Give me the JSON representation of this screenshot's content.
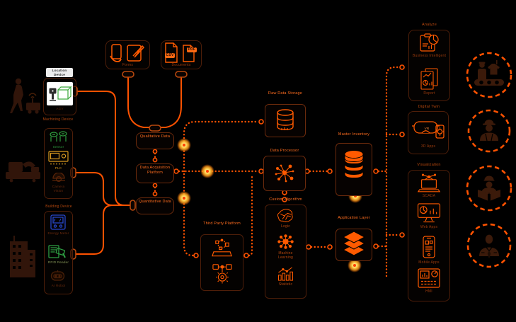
{
  "colors": {
    "background": "#000000",
    "accent": "#ff5200",
    "accent_dim": "#b8480e",
    "glow": "#ffcf4a",
    "sensor_green": "#2e9e3f",
    "meter_blue": "#2746c8",
    "plc_amber": "#d99a20"
  },
  "devices": {
    "location": {
      "title": "Location Device",
      "sub_label": "AGV"
    },
    "machining": {
      "title": "Machining Device",
      "items": [
        {
          "label": "Sensor"
        },
        {
          "label": "PLC"
        },
        {
          "label": "Camera Vision"
        }
      ]
    },
    "building": {
      "title": "Building Device",
      "items": [
        {
          "label": "Energy Meter"
        },
        {
          "label": "RFID Reader"
        },
        {
          "label": "AI Robot"
        }
      ]
    }
  },
  "sources": {
    "forms": {
      "label": "Forms"
    },
    "documents": {
      "label": "Documents",
      "file_types": [
        "CSV",
        "PDF"
      ]
    }
  },
  "pipeline": {
    "qualitative": {
      "label": "Qualitative Data"
    },
    "acquisition": {
      "label": "Data Acquisition Platform"
    },
    "quantitative": {
      "label": "Quantitative Data"
    }
  },
  "processing": {
    "raw_storage": {
      "title": "Raw Data Storage"
    },
    "processor": {
      "title": "Data Processor"
    },
    "custom_algorithm": {
      "title": "Custom Algorithm",
      "items": [
        {
          "label": "Logic"
        },
        {
          "label": "Machine Learning"
        },
        {
          "label": "Statistic"
        }
      ]
    },
    "third_party": {
      "title": "Third Party Platform"
    }
  },
  "storage": {
    "master_inventory": {
      "title": "Master Inventory"
    },
    "application_layer": {
      "title": "Application Layer"
    }
  },
  "outputs": {
    "analyze": {
      "title": "Analyze",
      "items": [
        {
          "label": "Business Intelligent"
        },
        {
          "label": "Report"
        }
      ]
    },
    "digital_twin": {
      "title": "Digital Twin",
      "vr_text": "VR",
      "items": [
        {
          "label": "3D Apps"
        }
      ]
    },
    "visualization": {
      "title": "Visualization",
      "items": [
        {
          "label": "SCADA"
        },
        {
          "label": "Web Apps"
        },
        {
          "label": "Mobile Apps"
        },
        {
          "label": "HMI"
        }
      ]
    }
  }
}
